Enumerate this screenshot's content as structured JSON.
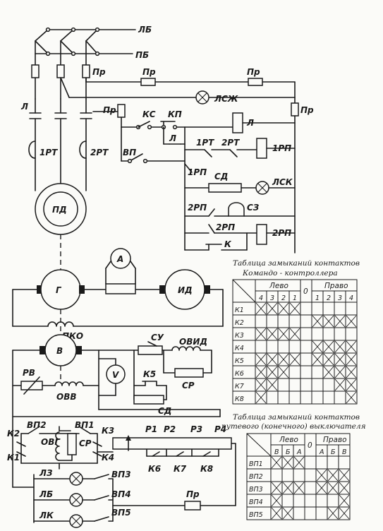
{
  "labels": {
    "lb": "ЛБ",
    "pb": "ПБ",
    "pr_fuse_top": "Пр",
    "pr_lsg_left": "Пр",
    "pr_lsg_right": "Пр",
    "lsg": "ЛСЖ",
    "pr_ctrl_left": "Пр",
    "pr_ctrl_right": "Пр",
    "ks": "КС",
    "kp": "КП",
    "l_coil": "Л",
    "l_power": "Л",
    "l_contact": "Л",
    "vp": "ВП",
    "rt1_contact": "1РТ",
    "rt2_contact": "2РТ",
    "rp1_coil": "1РП",
    "rp1_contact": "1РП",
    "sd_top": "СД",
    "lsk": "ЛСК",
    "rp2_a": "2РП",
    "sz": "СЗ",
    "rp2_b": "2РП",
    "rp2_coil": "2РП",
    "k_contact": "К",
    "rt1_relay": "1РТ",
    "rt2_relay": "2РТ",
    "pd": "ПД",
    "a": "А",
    "g": "Г",
    "id": "ИД",
    "pko": "ПКО",
    "v_machine": "В",
    "su": "СУ",
    "ovid": "ОВИД",
    "rv": "РВ",
    "volt": "V",
    "ovv": "ОВВ",
    "sr_top": "СР",
    "k5": "К5",
    "sd_bottom": "СД",
    "vp2": "ВП2",
    "vp1": "ВП1",
    "k2": "К2",
    "k3": "К3",
    "ovg": "ОВГ",
    "sr_mid": "СР",
    "k1": "К1",
    "k4": "К4",
    "p1": "Р1",
    "p2": "Р2",
    "p3": "Р3",
    "p4": "Р4",
    "k6": "К6",
    "k7": "К7",
    "k8": "К8",
    "lz": "ЛЗ",
    "vp3": "ВП3",
    "lb_lamp": "ЛБ",
    "vp4": "ВП4",
    "lk": "ЛК",
    "vp5": "ВП5",
    "pr_bottom": "Пр"
  },
  "table1": {
    "title_line1": "Таблица замыканий контактов",
    "title_line2": "Командо - контроллера",
    "left_header": "Лево",
    "zero": "0",
    "right_header": "Право",
    "left_cols": [
      "4",
      "3",
      "2",
      "1"
    ],
    "right_cols": [
      "1",
      "2",
      "3",
      "4"
    ],
    "rows": [
      {
        "name": "К1",
        "left": [
          1,
          1,
          1,
          1
        ],
        "right": [
          0,
          0,
          0,
          0
        ]
      },
      {
        "name": "К2",
        "left": [
          0,
          0,
          0,
          0
        ],
        "right": [
          1,
          1,
          1,
          1
        ]
      },
      {
        "name": "К3",
        "left": [
          1,
          1,
          1,
          1
        ],
        "right": [
          0,
          0,
          0,
          0
        ]
      },
      {
        "name": "К4",
        "left": [
          0,
          0,
          0,
          0
        ],
        "right": [
          1,
          1,
          1,
          1
        ]
      },
      {
        "name": "К5",
        "left": [
          1,
          1,
          1,
          1
        ],
        "right": [
          1,
          1,
          1,
          1
        ]
      },
      {
        "name": "К6",
        "left": [
          1,
          1,
          1,
          0
        ],
        "right": [
          0,
          1,
          1,
          1
        ]
      },
      {
        "name": "К7",
        "left": [
          1,
          1,
          0,
          0
        ],
        "right": [
          0,
          0,
          1,
          1
        ]
      },
      {
        "name": "К8",
        "left": [
          1,
          0,
          0,
          0
        ],
        "right": [
          0,
          0,
          0,
          1
        ]
      }
    ]
  },
  "table2": {
    "title_line1": "Таблица замыканий контактов",
    "title_line2": "путевого (конечного) выключателя",
    "left_header": "Лево",
    "zero": "0",
    "right_header": "Право",
    "left_cols": [
      "В",
      "Б",
      "А"
    ],
    "right_cols": [
      "А",
      "Б",
      "В"
    ],
    "rows": [
      {
        "name": "ВП1",
        "left": [
          1,
          1,
          1
        ],
        "right": [
          0,
          0,
          0
        ]
      },
      {
        "name": "ВП2",
        "left": [
          0,
          0,
          0
        ],
        "right": [
          1,
          1,
          1
        ]
      },
      {
        "name": "ВП3",
        "left": [
          1,
          1,
          1
        ],
        "right": [
          1,
          1,
          1
        ]
      },
      {
        "name": "ВП4",
        "left": [
          1,
          0,
          0
        ],
        "right": [
          0,
          0,
          1
        ]
      },
      {
        "name": "ВП5",
        "left": [
          1,
          1,
          0
        ],
        "right": [
          0,
          1,
          1
        ]
      }
    ]
  }
}
